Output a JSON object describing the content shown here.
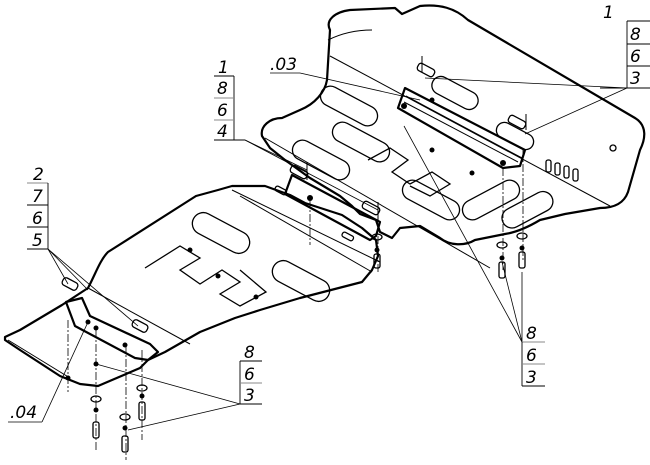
{
  "drawing": {
    "type": "exploded assembly diagram",
    "subject": "underbody skid plate protection (two-part) with mounting hardware",
    "colors": {
      "line": "#000000",
      "background": "#ffffff"
    }
  },
  "callouts": {
    "top_right": {
      "items": [
        "1",
        "8",
        "6",
        "3"
      ]
    },
    "center_left": {
      "items": [
        "1",
        "8",
        "6",
        "4"
      ]
    },
    "left": {
      "items": [
        "2",
        "7",
        "6",
        "5"
      ]
    },
    "bottom_center": {
      "items": [
        "8",
        "6",
        "3"
      ]
    },
    "bottom_right": {
      "items": [
        "8",
        "6",
        "3"
      ]
    }
  },
  "part_labels": {
    "upper_plate": ".03",
    "lower_plate": ".04"
  }
}
